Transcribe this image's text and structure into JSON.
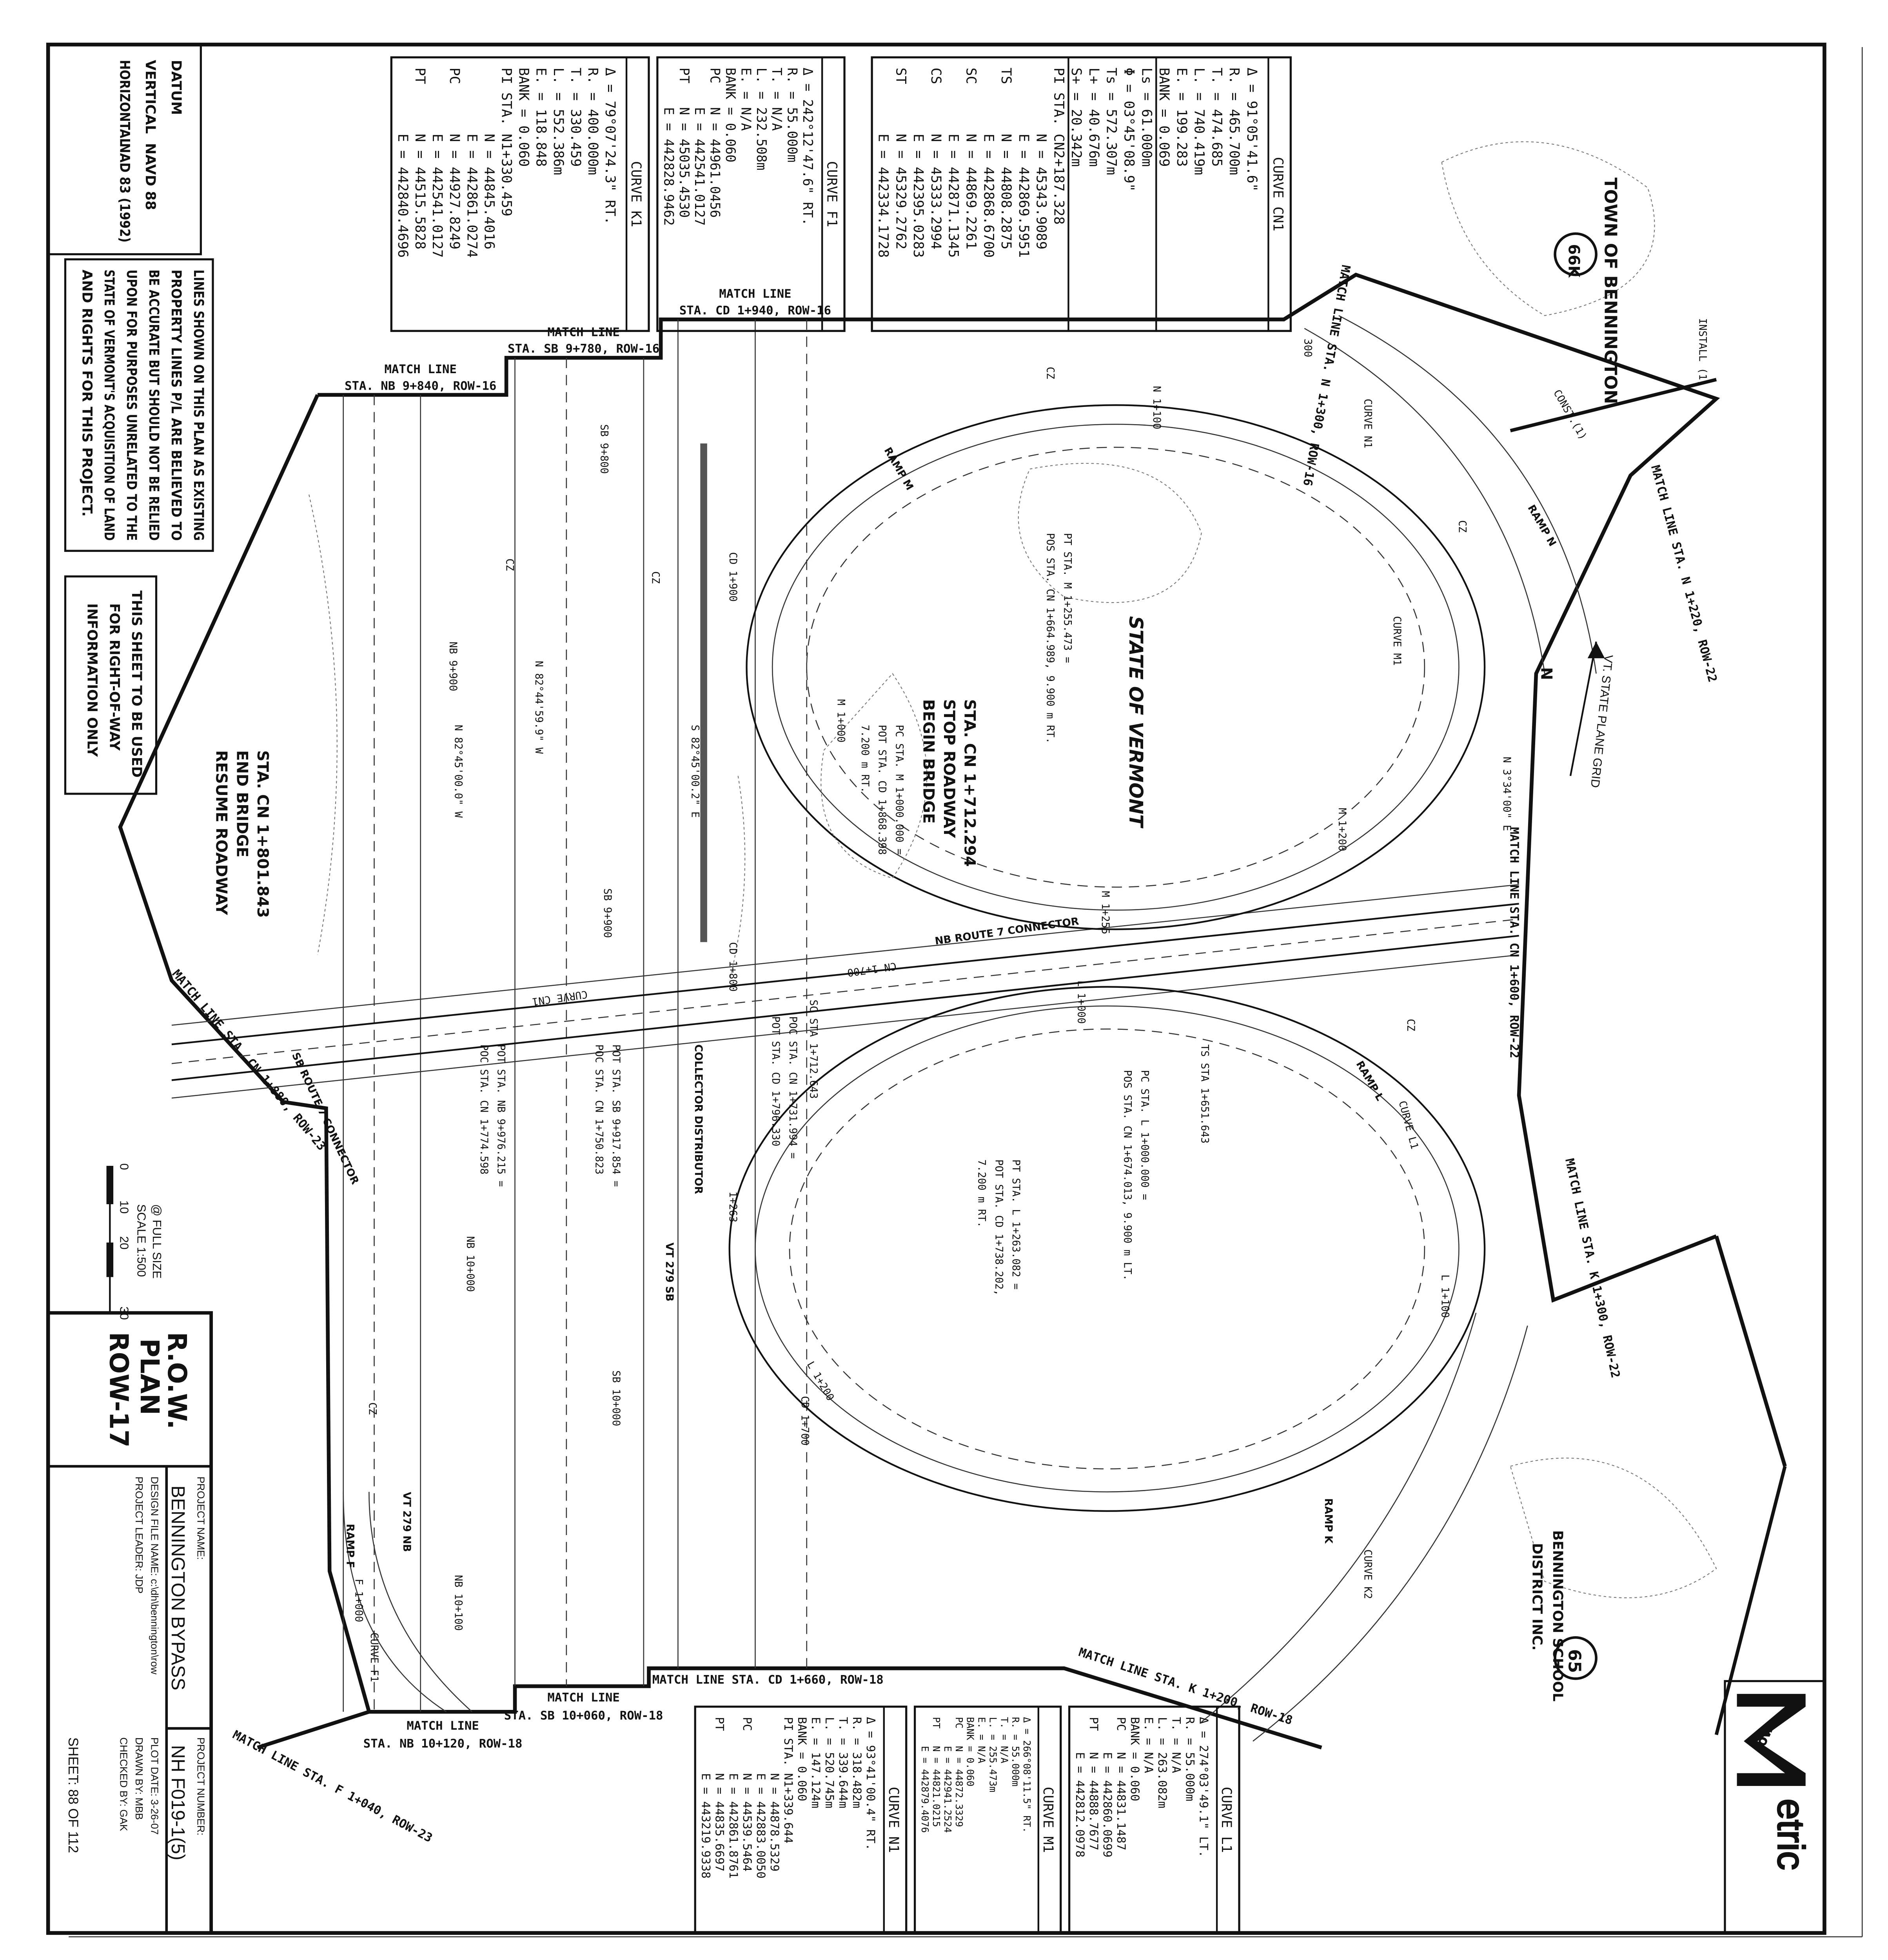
{
  "title_block": {
    "sheet_title": [
      "R.O.W.",
      "PLAN",
      "ROW-17"
    ],
    "project_name_label": "PROJECT NAME:",
    "project_name": "BENNINGTON BYPASS",
    "design_file": "DESIGN FILE NAME: c:\\dh\\bennington\\row",
    "project_leader": "PROJECT LEADER: JDP",
    "project_number_label": "PROJECT NUMBER:",
    "project_number": "NH F019-1(5)",
    "plot_date": "PLOT DATE: 3-26-07",
    "drawn_by": "DRAWN BY: MBB",
    "checked_by": "CHECKED BY: GAK",
    "sheet": "SHEET: 88 OF 112"
  },
  "datum": {
    "title": "DATUM",
    "vertical_label": "VERTICAL",
    "vertical_value": "NAVD 88",
    "horizontal_label": "HORIZONTAL",
    "horizontal_value": "NAD 83 (1992)"
  },
  "notes": {
    "property_lines": [
      "LINES SHOWN ON THIS PLAN AS EXISTING",
      "PROPERTY LINES P/L ARE BELIEVED TO",
      "BE ACCURATE BUT SHOULD NOT BE RELIED",
      "UPON FOR PURPOSES UNRELATED TO THE",
      "STATE OF VERMONT'S ACQUISITION OF LAND",
      "AND RIGHTS FOR THIS PROJECT."
    ],
    "row_only": [
      "THIS SHEET TO BE USED",
      "FOR RIGHT-OF-WAY",
      "INFORMATION ONLY"
    ]
  },
  "scale": {
    "ticks": [
      "0",
      "10",
      "20",
      "30"
    ],
    "label": "SCALE 1:500",
    "sub": "@ FULL SIZE"
  },
  "logo": {
    "mark": "VAOT",
    "word": "etric"
  },
  "curve_tables": [
    {
      "title": "CURVE K1",
      "rows": [
        "Δ = 79°07'24.3\" RT.",
        "R. = 400.000m",
        "T. = 330.459",
        "L. = 552.386m",
        "E. = 118.848",
        "BANK = 0.060",
        "PI STA. N1+330.459",
        "        N = 44845.4016",
        "        E = 442861.0274",
        "PC      N = 44927.8249",
        "        E = 442541.0127",
        "PT      N = 44515.5828",
        "        E = 442840.4696"
      ]
    },
    {
      "title": "CURVE F1",
      "rows": [
        "Δ = 242°12'47.6\" RT.",
        "R. = 55.000m",
        "T. = N/A",
        "L. = 232.508m",
        "E. = N/A",
        "BANK = 0.060",
        "PC   N = 44961.0456",
        "     E = 442541.0127",
        "PT   N = 45035.4530",
        "     E = 442828.9462"
      ]
    },
    {
      "title": "CURVE CN1",
      "dividers": [
        6,
        11
      ],
      "rows": [
        "Δ = 91°05'41.6\"",
        "R. = 465.700m",
        "T. = 474.685",
        "L. = 740.419m",
        "E. = 199.283",
        "BANK = 0.069",
        "Ls = 61.000m",
        "Φ = 03°45'08.9\"",
        "Ts = 572.307m",
        "L+ = 40.676m",
        "S+ = 20.342m",
        "PI STA. CN2+187.328",
        "        N = 45343.9089",
        "        E = 442869.5951",
        "TS      N = 44808.2875",
        "        E = 442868.6700",
        "SC      N = 44869.2261",
        "        E = 442871.1345",
        "CS      N = 45333.2994",
        "        E = 442395.0283",
        "ST      N = 45329.2762",
        "        E = 442334.1728"
      ]
    },
    {
      "title": "CURVE N1",
      "rows": [
        "Δ = 93°41'00.4\" RT.",
        "R. = 318.482m",
        "T. = 339.644m",
        "L. = 520.745m",
        "E. = 147.124m",
        "BANK = 0.060",
        "PI STA. N1+339.644",
        "        N = 44878.5329",
        "        E = 442883.0050",
        "PC      N = 44539.5464",
        "        E = 442861.8761",
        "PT      N = 44835.6697",
        "        E = 443219.9338"
      ]
    },
    {
      "title": "CURVE M1",
      "rows": [
        "Δ = 266°08'11.5\" RT.",
        "R. = 55.000m",
        "T. = N/A",
        "L. = 255.473m",
        "E. = N/A",
        "BANK = 0.060",
        "PC   N = 44872.3329",
        "     E = 442941.2524",
        "PT   N = 44821.0215",
        "     E = 442879.4076"
      ]
    },
    {
      "title": "CURVE L1",
      "rows": [
        "Δ = 274°03'49.1\" LT.",
        "R. = 55.000m",
        "T. = N/A",
        "L. = 263.082m",
        "E. = N/A",
        "BANK = 0.060",
        "PC   N = 44831.1487",
        "     E = 442860.0699",
        "PT   N = 44888.7677",
        "     E = 442812.0978"
      ]
    }
  ],
  "match_lines": {
    "cd_1940": [
      "MATCH LINE",
      "STA. CD 1+940, ROW-16"
    ],
    "sb_9780": [
      "MATCH LINE",
      "STA. SB 9+780, ROW-16"
    ],
    "nb_9840": [
      "MATCH LINE",
      "STA. NB 9+840, ROW-16"
    ],
    "cd_1660": "MATCH LINE STA. CD 1+660, ROW-18",
    "sb_10060": [
      "MATCH LINE",
      "STA. SB 10+060, ROW-18"
    ],
    "nb_10120": [
      "MATCH LINE",
      "STA. NB 10+120, ROW-18"
    ],
    "f_1040": "MATCH LINE STA. F 1+040, ROW-23",
    "k_1200": "MATCH LINE STA. K 1+200, ROW-18",
    "k_1300": "MATCH LINE STA. K 1+300, ROW-22",
    "cn_1880": "MATCH LINE STA. CN 1+880, ROW-23",
    "cn_1600": "MATCH LINE STA. CN 1+600, ROW-22",
    "n_1220": "MATCH LINE STA. N 1+220, ROW-22",
    "n_1300": "MATCH LINE STA. N 1+300, ROW-16"
  },
  "labels": {
    "town": "TOWN OF BENNINGTON",
    "parcel_66k": "66K",
    "parcel_65": "65",
    "install": "INSTALL (1)",
    "const": "CONST.(1)",
    "ramp_n": "RAMP N",
    "curve_n1": "CURVE N1",
    "n_1100": "N 1+100",
    "n_300": "300",
    "grid": "VT. STATE PLANE GRID",
    "north": "N",
    "bearing_ne": "N 3°34'00\" E",
    "state": "STATE OF VERMONT",
    "curve_m1": "CURVE M1",
    "ramp_m": "RAMP M",
    "m_1000": "M 1+000",
    "m_1200": "M 1+200",
    "m_1255": "M 1+255",
    "pt_sta_m": "PT STA. M 1+255.473 =",
    "pos_sta_cn": "POS STA. CN 1+664.989, 9.900 m RT.",
    "stop_sta": "STA. CN 1+712.294",
    "stop_roadway": "STOP ROADWAY",
    "begin_bridge": "BEGIN BRIDGE",
    "pc_sta_m": "PC STA. M 1+000.000 =",
    "pot_sta_cd": "POT STA. CD 1+868.398",
    "offset_72": "7.200 m RT.",
    "cd_1900": "CD 1+900",
    "cd_1800": "CD 1+800",
    "cd_1700": "CD 1+700",
    "sb_9800": "SB 9+800",
    "sb_9900": "SB 9+900",
    "sb_10000": "SB 10+000",
    "nb_9900": "NB 9+900",
    "nb_10000": "NB 10+000",
    "nb_10100": "NB 10+100",
    "brg_1": "N 82°44'59.9\" W",
    "brg_2": "N 82°45'00.0\" W",
    "brg_3": "S 82°45'00.2\" E",
    "end_sta": "STA. CN 1+801.843",
    "end_bridge": "END BRIDGE",
    "resume": "RESUME ROADWAY",
    "nb_conn": "NB ROUTE 7 CONNECTOR",
    "sb_conn": "SB ROUTE 7 CONNECTOR",
    "curve_cn1": "CURVE CN1",
    "cn_1700": "CN 1+700",
    "collector": "COLLECTOR DISTRIBUTOR",
    "vt279sb": "VT 279 SB",
    "vt279nb": "VT 279 NB",
    "pot_nb": "POT STA. NB 9+976.215 =",
    "poc_cn_774": "POC STA. CN 1+774.598",
    "pot_sb": "POT STA. SB 9+917.854 =",
    "poc_cn_750": "POC STA. CN 1+750.823",
    "poc_cn_731": "POC STA. CN 1+731.994 =",
    "pot_cd_796": "POT STA. CD 1+796.330",
    "sc_sta": "SC STA 1+712.643",
    "ts_sta": "TS STA 1+651.643",
    "pc_sta_l": "PC STA. L 1+000.000 =",
    "pos_cn_674": "POS STA. CN 1+674.013, 9.900 m LT.",
    "pt_sta_l": "PT STA. L 1+263.082 =",
    "pot_cd_738": "POT STA. CD 1+738.202,",
    "offset_72b": "7.200 m RT.",
    "l_1000": "L 1+000",
    "l_1100": "L 1+100",
    "l_1200": "L 1+200",
    "l_1263": "1+263",
    "ramp_l": "RAMP L",
    "curve_l1": "CURVE L1",
    "ramp_k": "RAMP K",
    "curve_k2": "CURVE K2",
    "ramp_f": "RAMP F",
    "curve_f1": "CURVE F1",
    "f_1000": "F 1+000",
    "school": "BENNINGTON SCHOOL",
    "school2": "DISTRICT INC.",
    "cz": "CZ"
  }
}
